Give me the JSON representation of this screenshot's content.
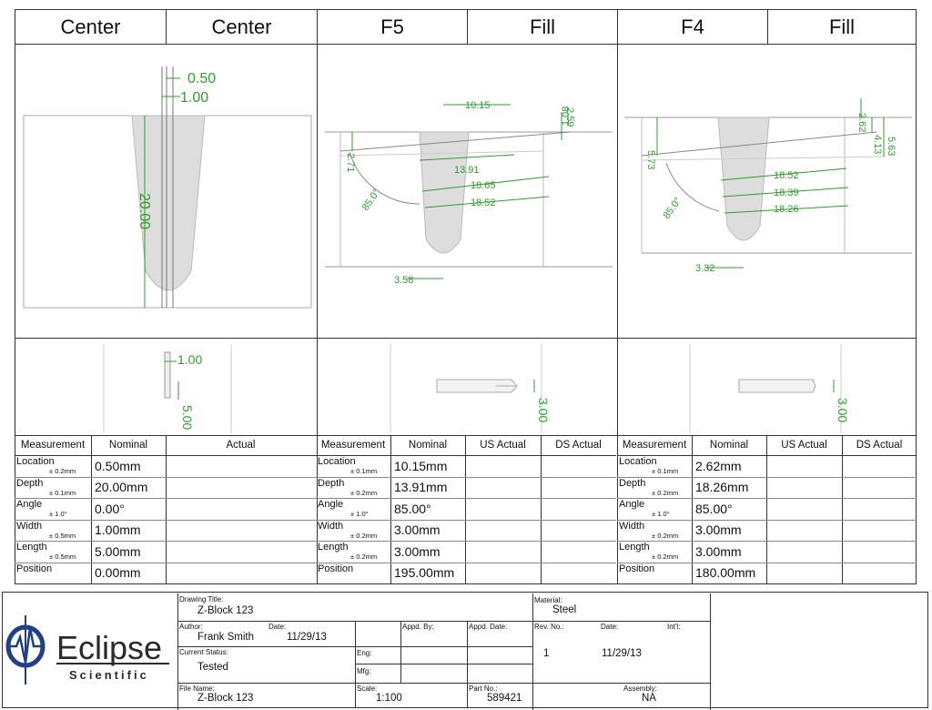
{
  "views": {
    "center": {
      "title_left": "Center",
      "title_right": "Center",
      "dims": {
        "d050": "0.50",
        "d100": "1.00",
        "d2000": "20.00",
        "side100": "1.00",
        "side500": "5.00"
      }
    },
    "f5": {
      "title_left": "F5",
      "title_right": "Fill",
      "dims": {
        "d1015": "10.15",
        "d259": "2.59",
        "d108": "1.08",
        "d271": "2.71",
        "d1391": "13.91",
        "d1865": "18.65",
        "d1852": "18.52",
        "a850": "85.0°",
        "d358": "3.58",
        "side300": "3.00"
      }
    },
    "f4": {
      "title_left": "F4",
      "title_right": "Fill",
      "dims": {
        "d262": "2.62",
        "d413": "4.13",
        "d563": "5.63",
        "d573": "5.73",
        "d1852": "18.52",
        "d1839": "18.39",
        "d1826": "18.26",
        "a850": "85.0°",
        "d332": "3.32",
        "side300": "3.00"
      }
    }
  },
  "tables": {
    "center": {
      "headers": [
        "Measurement",
        "Nominal",
        "Actual"
      ],
      "rows": [
        {
          "name": "Location",
          "tol": "± 0.2mm",
          "nominal": "0.50mm"
        },
        {
          "name": "Depth",
          "tol": "± 0.1mm",
          "nominal": "20.00mm"
        },
        {
          "name": "Angle",
          "tol": "± 1.0°",
          "nominal": "0.00°"
        },
        {
          "name": "Width",
          "tol": "± 0.5mm",
          "nominal": "1.00mm"
        },
        {
          "name": "Length",
          "tol": "± 0.5mm",
          "nominal": "5.00mm"
        },
        {
          "name": "Position",
          "tol": "",
          "nominal": "0.00mm"
        }
      ]
    },
    "f5": {
      "headers": [
        "Measurement",
        "Nominal",
        "US Actual",
        "DS Actual"
      ],
      "rows": [
        {
          "name": "Location",
          "tol": "± 0.1mm",
          "nominal": "10.15mm"
        },
        {
          "name": "Depth",
          "tol": "± 0.2mm",
          "nominal": "13.91mm"
        },
        {
          "name": "Angle",
          "tol": "± 1.0°",
          "nominal": "85.00°"
        },
        {
          "name": "Width",
          "tol": "± 0.2mm",
          "nominal": "3.00mm"
        },
        {
          "name": "Length",
          "tol": "± 0.2mm",
          "nominal": "3.00mm"
        },
        {
          "name": "Position",
          "tol": "",
          "nominal": "195.00mm"
        }
      ]
    },
    "f4": {
      "headers": [
        "Measurement",
        "Nominal",
        "US Actual",
        "DS Actual"
      ],
      "rows": [
        {
          "name": "Location",
          "tol": "± 0.1mm",
          "nominal": "2.62mm"
        },
        {
          "name": "Depth",
          "tol": "± 0.2mm",
          "nominal": "18.26mm"
        },
        {
          "name": "Angle",
          "tol": "± 1.0°",
          "nominal": "85.00°"
        },
        {
          "name": "Width",
          "tol": "± 0.2mm",
          "nominal": "3.00mm"
        },
        {
          "name": "Length",
          "tol": "± 0.2mm",
          "nominal": "3.00mm"
        },
        {
          "name": "Position",
          "tol": "",
          "nominal": "180.00mm"
        }
      ]
    }
  },
  "title_block": {
    "logo_word": "Eclipse",
    "logo_sub": "Scientific",
    "drawing_title_label": "Drawing Title:",
    "drawing_title": "Z-Block 123",
    "material_label": "Material:",
    "material": "Steel",
    "author_label": "Author:",
    "author": "Frank Smith",
    "date_label": "Date:",
    "author_date": "11/29/13",
    "appd_by_label": "Appd. By:",
    "appd_date_label": "Appd. Date:",
    "rev_no_label": "Rev. No.:",
    "rev_date_label": "Date:",
    "intl_label": "Int'l:",
    "rev_no": "1",
    "rev_date": "11/29/13",
    "status_label": "Current Status:",
    "status": "Tested",
    "eng_label": "Eng:",
    "mfg_label": "Mfg:",
    "file_name_label": "File Name:",
    "file_name": "Z-Block 123",
    "scale_label": "Scale:",
    "scale": "1:100",
    "part_no_label": "Part No.:",
    "part_no": "589421",
    "assembly_label": "Assembly:",
    "assembly": "NA",
    "colors": {
      "dimension": "#2e9e2e",
      "fill": "#dddddd",
      "logo_blue": "#1f3f8a",
      "logo_dark": "#2a2a2a"
    }
  }
}
